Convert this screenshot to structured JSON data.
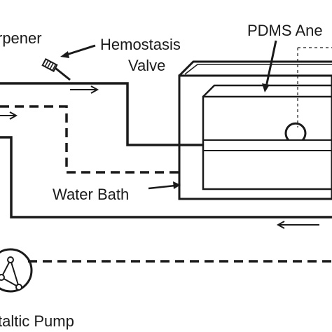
{
  "labels": {
    "sharpener": "rpener",
    "hemostasis_line1": "Hemostasis",
    "hemostasis_line2": "Valve",
    "pdms": "PDMS Ane",
    "water_bath": "Water Bath",
    "pump": "taltic Pump"
  },
  "colors": {
    "ink": "#1a1a1a",
    "background": "#ffffff"
  }
}
